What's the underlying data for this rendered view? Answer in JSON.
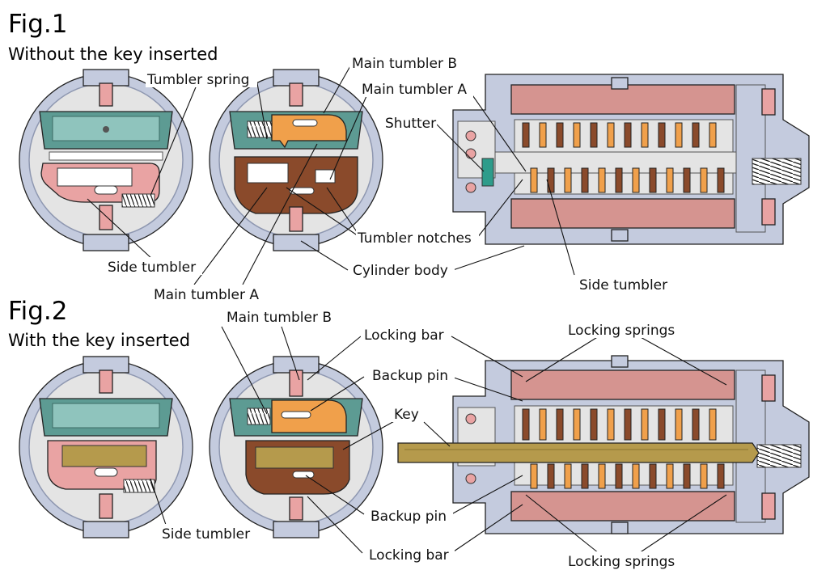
{
  "fig1": {
    "title": "Fig.1",
    "subtitle": "Without the key inserted"
  },
  "fig2": {
    "title": "Fig.2",
    "subtitle": "With the key inserted"
  },
  "labels": {
    "tumbler_spring": "Tumbler spring",
    "main_tumbler_b": "Main tumbler B",
    "main_tumbler_a": "Main tumbler A",
    "shutter": "Shutter",
    "side_tumbler": "Side tumbler",
    "tumbler_notches": "Tumbler notches",
    "cylinder_body": "Cylinder body",
    "locking_bar": "Locking bar",
    "backup_pin": "Backup pin",
    "key": "Key",
    "locking_springs": "Locking springs"
  },
  "colors": {
    "body": "#c4cbde",
    "body_dark": "#8e97b0",
    "interior": "#e4e4e4",
    "teal": "#5d9b93",
    "teal_light": "#8fc4bd",
    "side_tumbler": "#e9a3a3",
    "tumbler_a": "#8a4a2b",
    "tumbler_b": "#f0a04b",
    "pin": "#e9a3a3",
    "key": "#b59a4c",
    "spring": "#333333"
  }
}
